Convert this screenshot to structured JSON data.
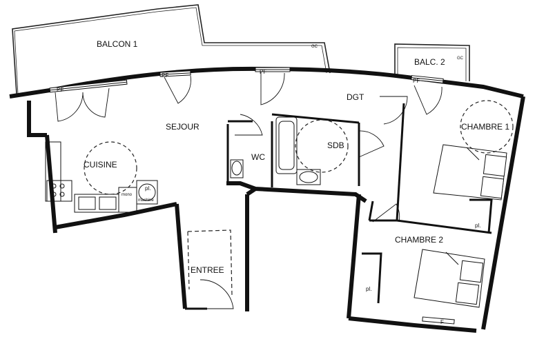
{
  "plan": {
    "rooms": {
      "balcon1": "BALCON 1",
      "balc2": "BALC. 2",
      "sejour": "SEJOUR",
      "dgt": "DGT",
      "cuisine": "CUISINE",
      "sdb": "SDB",
      "wc": "WC",
      "entree": "ENTREE",
      "chambre1": "CHAMBRE 1",
      "chambre2": "CHAMBRE 2"
    },
    "marks": {
      "pf": "PF",
      "gc": "GC",
      "pl": "pl.",
      "f": "F",
      "mono": "mono",
      "machine": "machine"
    }
  }
}
